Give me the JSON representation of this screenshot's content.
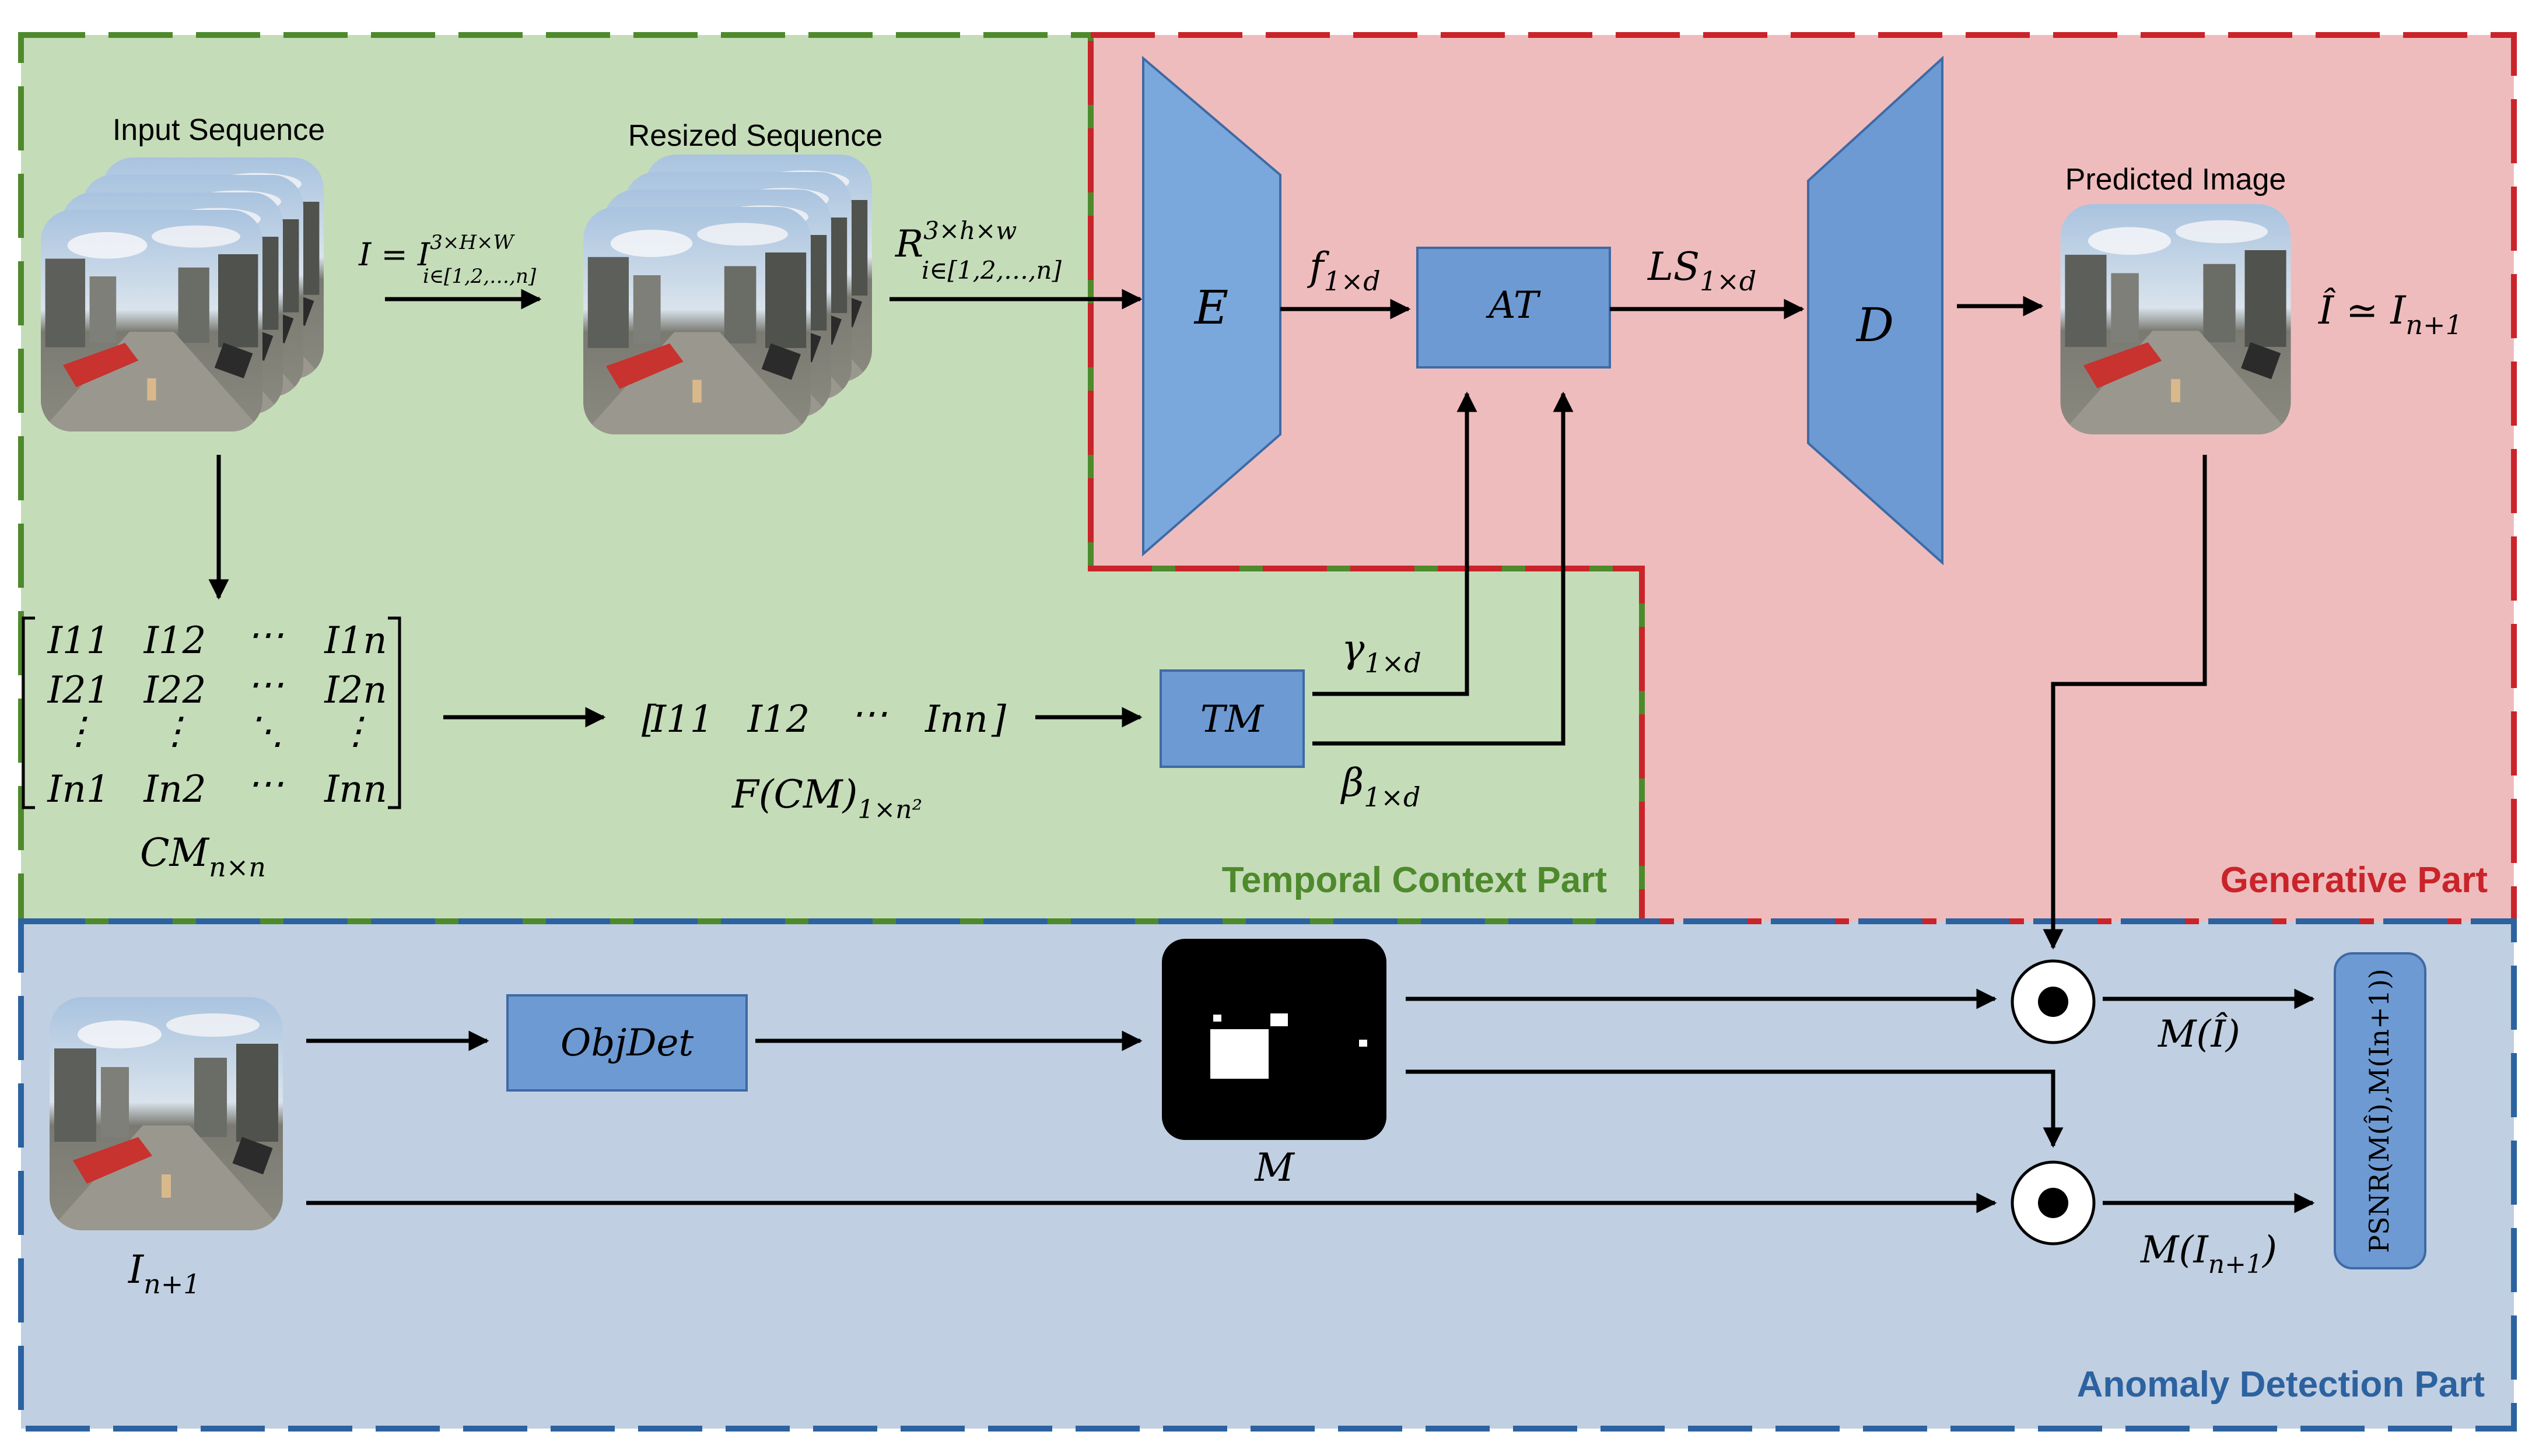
{
  "colors": {
    "green_bg": "#c5dcb9",
    "green_border": "#4e8a2c",
    "red_bg": "#efbcbd",
    "red_border": "#c9242a",
    "blue_bg": "#c0cfe1",
    "blue_border": "#2c62a0",
    "block_fill": "#6d9ad3",
    "block_stroke": "#3e6aa5",
    "encoder_fill": "#7aa8dc"
  },
  "sections": {
    "temporal": "Temporal Context Part",
    "generative": "Generative Part",
    "anomaly": "Anomaly Detection Part"
  },
  "labels": {
    "input_sequence": "Input Sequence",
    "resized_sequence": "Resized Sequence",
    "predicted_image": "Predicted Image"
  },
  "blocks": {
    "encoder": "E",
    "attention": "AT",
    "decoder": "D",
    "tm": "TM",
    "objdet": "ObjDet",
    "psnr": "PSNR(M(Î),M(In+1))"
  },
  "math": {
    "input_I": "I",
    "input_eq": " = I",
    "input_sup": "3×H×W",
    "input_sub": "i∈[1,2,…,n]",
    "resized_R": "R",
    "resized_sup": "3×h×w",
    "resized_sub": "i∈[1,2,…,n]",
    "f": "f",
    "f_sub": "1×d",
    "ls": "LS",
    "ls_sub": "1×d",
    "pred_lhs": "Î ≃ I",
    "pred_sub": "n+1",
    "gamma": "γ",
    "gamma_sub": "1×d",
    "beta": "β",
    "beta_sub": "1×d",
    "cm": "CM",
    "cm_sub": "n×n",
    "fcm": "F(CM)",
    "fcm_sub": "1×n²",
    "m": "M",
    "next_I": "I",
    "next_sub": "n+1",
    "m_hat": "M(Î)",
    "m_next": "M(I",
    "m_next_sub": "n+1",
    "m_next_close": ")"
  },
  "matrix": {
    "rows": [
      [
        "I11",
        "I12",
        "⋯",
        "I1n"
      ],
      [
        "I21",
        "I22",
        "⋯",
        "I2n"
      ],
      [
        "⋮",
        "⋮",
        "⋱",
        "⋮"
      ],
      [
        "In1",
        "In2",
        "⋯",
        "Inn"
      ]
    ]
  },
  "flat_vector": [
    "I11",
    "I12",
    "⋯",
    "Inn"
  ]
}
